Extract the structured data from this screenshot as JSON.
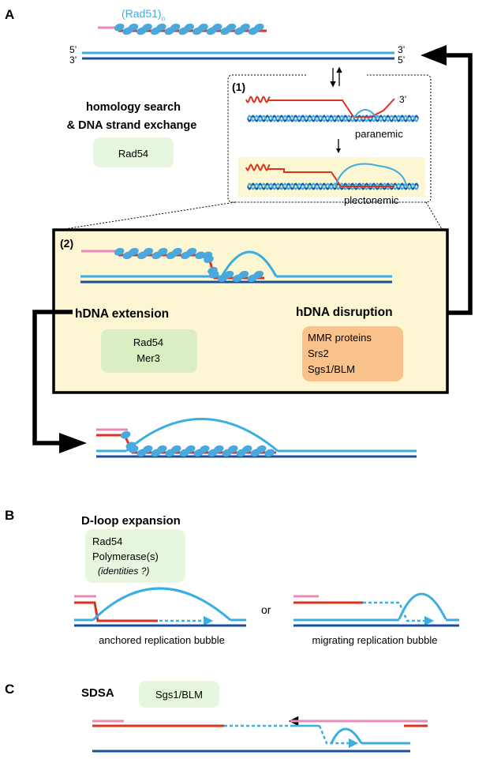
{
  "panel_a": {
    "label": "A",
    "rad51": "(Rad51)",
    "rad51_sub": "n",
    "end_5_left": "5’",
    "end_3_left": "3’",
    "end_3_right": "3’",
    "end_5_right": "5’",
    "step1_label": "(1)",
    "step1_3prime": "3’",
    "paranemic": "paranemic",
    "plectonemic": "plectonemic",
    "homology_line1": "homology search",
    "homology_line2": "& DNA strand exchange",
    "homology_protein": "Rad54",
    "step2_label": "(2)",
    "extension_title": "hDNA extension",
    "extension_proteins": [
      "Rad54",
      "Mer3"
    ],
    "disruption_title": "hDNA disruption",
    "disruption_proteins": [
      "MMR proteins",
      "Srs2",
      "Sgs1/BLM"
    ]
  },
  "panel_b": {
    "label": "B",
    "title": "D-loop expansion",
    "proteins": [
      "Rad54",
      "Polymerase(s)"
    ],
    "proteins_note": "(identities ?)",
    "or": "or",
    "anchored": "anchored replication bubble",
    "migrating": "migrating replication bubble"
  },
  "panel_c": {
    "label": "C",
    "title": "SDSA",
    "protein": "Sgs1/BLM"
  },
  "colors": {
    "light_blue": "#3aaee0",
    "dark_blue": "#1c4f9a",
    "red": "#d8341f",
    "pink": "#e98bb8",
    "rad51": "#4aa8dc",
    "green_box": "#e6f6df",
    "green_box2": "#d9efc2",
    "orange_box": "#f8c28a",
    "yellow_box": "#fcf6d2"
  }
}
